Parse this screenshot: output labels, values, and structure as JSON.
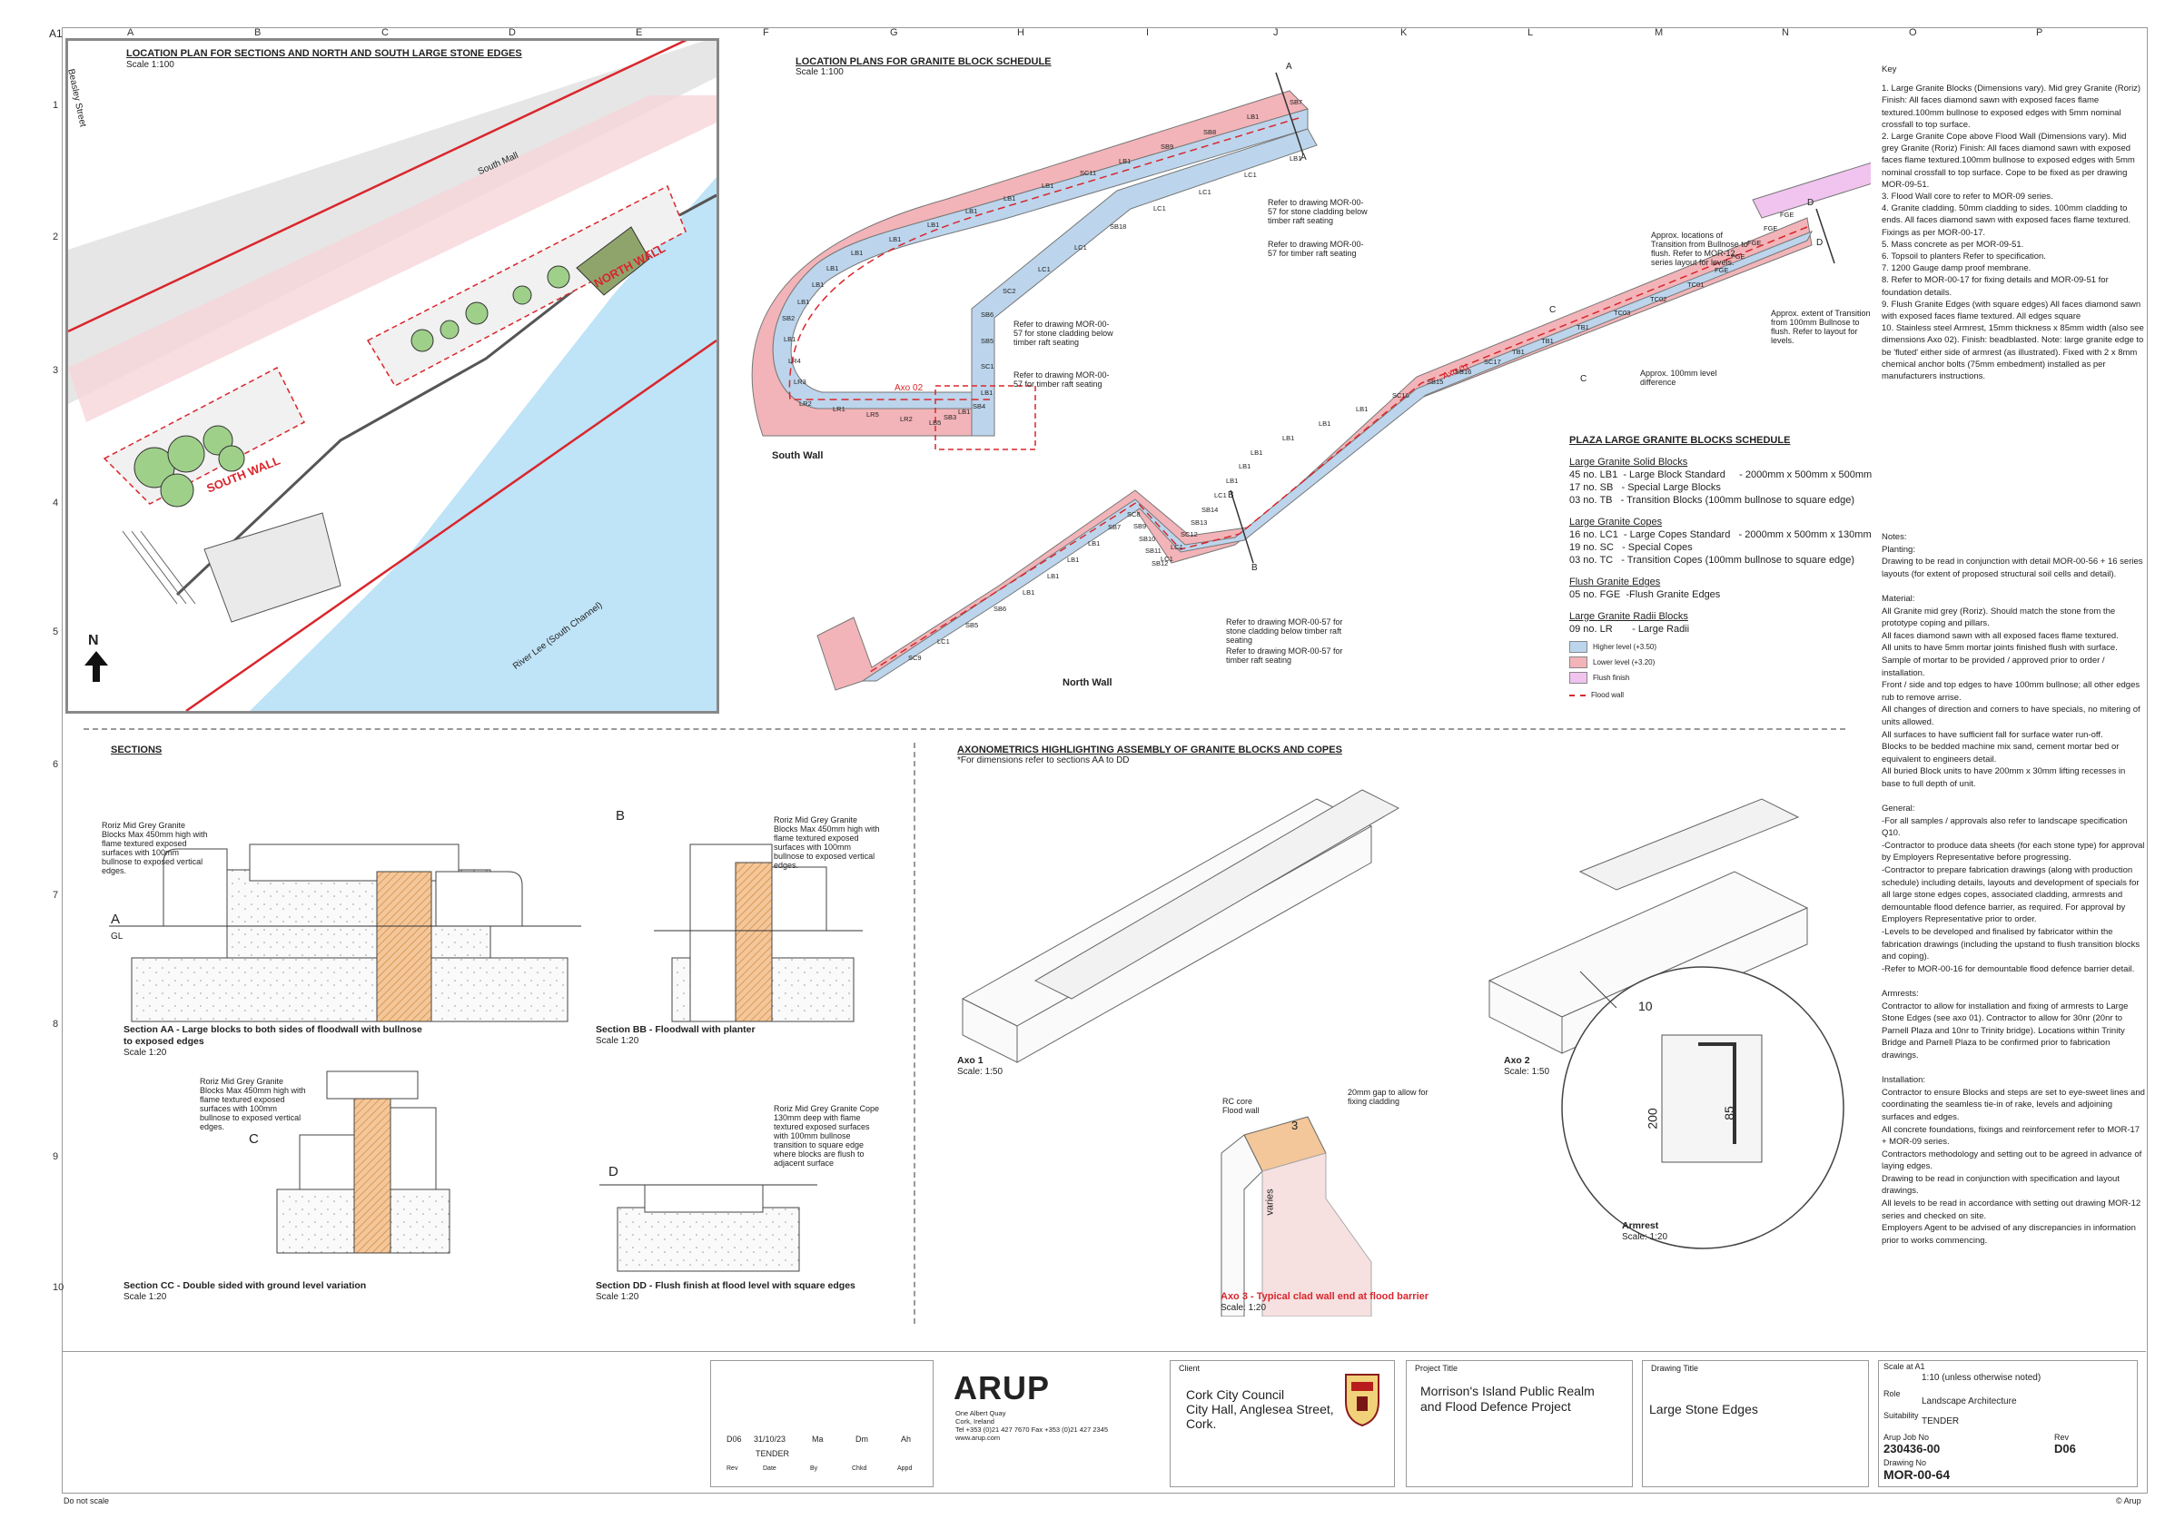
{
  "sheet_label": "A1",
  "col_letters": [
    "A",
    "B",
    "C",
    "D",
    "E",
    "F",
    "G",
    "H",
    "I",
    "J",
    "K",
    "L",
    "M",
    "N",
    "O",
    "P"
  ],
  "row_numbers": [
    "1",
    "2",
    "3",
    "4",
    "5",
    "6",
    "7",
    "8",
    "9",
    "10"
  ],
  "location_plan": {
    "title": "LOCATION PLAN FOR SECTIONS AND NORTH AND SOUTH LARGE STONE EDGES",
    "scale": "Scale 1:100",
    "labels": {
      "street": "Beasley Street",
      "mall": "South Mall",
      "north_wall": "NORTH WALL",
      "south_wall": "SOUTH WALL",
      "river": "River Lee (South Channel)",
      "north_arrow": "N"
    },
    "colors": {
      "water": "#bfe3f7",
      "pink_zone": "#f6d4da",
      "red_line": "#d9262c",
      "trees": "#9fd08a",
      "paving": "#d8d8d8"
    }
  },
  "granite_plan": {
    "title": "LOCATION PLANS FOR GRANITE BLOCK SCHEDULE",
    "scale": "Scale 1:100",
    "south_wall": "South Wall",
    "north_wall": "North Wall",
    "axo02": "Axo 02",
    "axo01": "Axo 01",
    "section_marks": [
      "A",
      "A",
      "B",
      "B",
      "C",
      "C",
      "D",
      "D"
    ],
    "notes": [
      "Refer to drawing MOR-00-57 for stone cladding below timber raft seating",
      "Refer to drawing MOR-00-57 for timber raft seating",
      "Refer to drawing MOR-00-57 for stone cladding below timber raft seating",
      "Refer to drawing MOR-00-57 for timber raft seating",
      "Approx. locations of Transition from Bullnose to flush. Refer to MOR-12 series layout for levels.",
      "Approx. extent of Transition from 100mm Bullnose to flush. Refer to layout for levels.",
      "Approx. 100mm level difference",
      "Refer to drawing MOR-00-57 for stone cladding below timber raft seating",
      "Refer to drawing MOR-00-57 for timber raft seating"
    ],
    "south_blocks": [
      "SB7",
      "LB1",
      "SB8",
      "SB9",
      "LB1",
      "SC11",
      "LB1",
      "LB1",
      "LB1",
      "LB1",
      "LB1",
      "LB1",
      "LB1",
      "LB1",
      "LB1",
      "SB2",
      "LB1",
      "LR4",
      "LR3",
      "LR2",
      "LR1",
      "LR5",
      "LR2",
      "LB5",
      "SB3",
      "LB1",
      "SB4",
      "LB1",
      "SC1",
      "SB5",
      "SB6",
      "SC2",
      "LC1",
      "LC1",
      "SB18",
      "LC1",
      "LC1",
      "LC1",
      "LB1"
    ],
    "north_blocks": [
      "FGE",
      "FGE",
      "FGE",
      "FGE",
      "FGE",
      "TC01",
      "TC02",
      "TC03",
      "TB1",
      "TB1",
      "TB1",
      "SC17",
      "SB16",
      "SB15",
      "SC16",
      "LB1",
      "LB1",
      "LB1",
      "LB1",
      "LB1",
      "LB1",
      "LC1",
      "SB14",
      "SB13",
      "SC12",
      "LC1",
      "LC1",
      "SB12",
      "SB11",
      "SB10",
      "SB9",
      "SC8",
      "SB7",
      "LB1",
      "LB1",
      "LB1",
      "LB1",
      "SB6",
      "SB5",
      "LC1",
      "SC9"
    ],
    "colors": {
      "blue": "#bcd5ec",
      "pink": "#f2b4b8",
      "purple": "#f0c4ee",
      "dash": "#d9262c"
    }
  },
  "schedule": {
    "title": "PLAZA LARGE GRANITE BLOCKS SCHEDULE",
    "groups": [
      {
        "head": "Large Granite Solid Blocks",
        "rows": [
          "45 no. LB1  - Large Block Standard     - 2000mm x 500mm x 500mm",
          "17 no. SB   - Special Large Blocks",
          "03 no. TB   - Transition Blocks (100mm bullnose to square edge)"
        ]
      },
      {
        "head": "Large Granite Copes",
        "rows": [
          "16 no. LC1  - Large Copes Standard   - 2000mm x 500mm x 130mm",
          "19 no. SC   - Special Copes",
          "03 no. TC   - Transition Copes (100mm bullnose to square edge)"
        ]
      },
      {
        "head": "Flush Granite Edges",
        "rows": [
          "05 no. FGE  -Flush Granite Edges"
        ]
      },
      {
        "head": "Large Granite Radii Blocks",
        "rows": [
          "09 no. LR       - Large Radii"
        ]
      }
    ],
    "legend": [
      "Higher level (+3.50)",
      "Lower level (+3.20)",
      "Flush finish",
      "Flood wall"
    ]
  },
  "key": {
    "title": "Key",
    "items": [
      "1. Large Granite Blocks (Dimensions vary). Mid grey Granite (Roriz) Finish: All faces diamond sawn with exposed faces flame textured.100mm bullnose to exposed edges with 5mm nominal crossfall to top surface.",
      "2. Large Granite Cope above Flood Wall (Dimensions vary). Mid grey Granite (Roriz) Finish: All faces diamond sawn with exposed faces flame textured.100mm bullnose to exposed edges with 5mm nominal crossfall to top surface. Cope to be fixed as per drawing MOR-09-51.",
      "3. Flood Wall core to refer to MOR-09 series.",
      "4. Granite cladding. 50mm cladding to sides. 100mm cladding to ends. All faces diamond sawn with exposed faces flame textured. Fixings as per MOR-00-17.",
      "5. Mass concrete as per MOR-09-51.",
      "6. Topsoil to planters Refer to specification.",
      "7. 1200 Gauge damp proof membrane.",
      "8. Refer to MOR-00-17 for fixing details and MOR-09-51 for foundation details.",
      "9. Flush Granite Edges (with square edges) All faces diamond sawn with exposed faces flame textured. All edges square",
      "10. Stainless steel Armrest, 15mm thickness x 85mm width (also see dimensions Axo 02). Finish: beadblasted. Note: large granite edge to be 'fluted' either side of armrest (as illustrated). Fixed with 2 x 8mm chemical anchor bolts (75mm embedment) installed as per manufacturers instructions."
    ]
  },
  "notes": {
    "lines": [
      "Notes:",
      "Planting:",
      "Drawing to be read in conjunction with detail MOR-00-56 + 16 series layouts (for extent of proposed structural soil cells and detail).",
      "",
      "Material:",
      "All Granite mid grey (Roriz). Should match the stone from the prototype coping and pillars.",
      "All faces diamond sawn with all exposed faces flame textured.",
      "All units to have 5mm mortar joints finished flush with surface.",
      "Sample of mortar to be provided / approved prior to order / installation.",
      "Front / side and top edges to have 100mm bullnose; all other edges rub to remove arrise.",
      "All changes of direction and corners to have specials, no mitering of units allowed.",
      "All surfaces to have sufficient fall for surface water run-off.",
      "Blocks to be bedded machine mix sand, cement mortar bed or equivalent to engineers detail.",
      "All buried Block units to have 200mm x 30mm lifting recesses in base to full depth of unit.",
      "",
      "General:",
      "-For all samples / approvals also refer to landscape specification Q10.",
      "-Contractor to produce data sheets (for each stone type) for approval by Employers Representative before progressing.",
      "-Contractor to prepare fabrication drawings (along with production schedule) including details, layouts and development of specials for all large stone edges copes, associated cladding, armrests and demountable flood defence barrier, as required. For approval by Employers Representative prior to order.",
      "-Levels to be developed and finalised by fabricator within the fabrication drawings (including the upstand to flush transition blocks and coping).",
      "-Refer to MOR-00-16 for demountable flood defence barrier detail.",
      "",
      "Armrests:",
      "Contractor to allow for installation and fixing of armrests to Large Stone Edges (see axo 01). Contractor to allow for 30nr (20nr to Parnell Plaza and 10nr to Trinity bridge). Locations within Trinity Bridge and Parnell Plaza to be confirmed prior to fabrication drawings.",
      "",
      "Installation:",
      "Contractor to ensure Blocks and steps are set to eye-sweet lines and coordinating the seamless tie-in of rake, levels and adjoining surfaces and edges.",
      "All concrete foundations, fixings and reinforcement refer to MOR-17 + MOR-09 series.",
      "Contractors methodology and setting out to be agreed in advance of laying edges.",
      "Drawing to be read in conjunction with specification and layout drawings.",
      "All levels to be read in accordance with setting out drawing MOR-12 series and checked on site.",
      "Employers Agent to be advised of any discrepancies in information prior to works commencing."
    ]
  },
  "sections": {
    "title": "SECTIONS",
    "aa": {
      "title": "Section AA - Large blocks to both sides of floodwall with bullnose",
      "title2": "to exposed edges",
      "scale": "Scale 1:20",
      "note": "Roriz Mid Grey Granite Blocks Max 450mm high with flame textured exposed surfaces with 100mm bullnose to exposed vertical edges."
    },
    "bb": {
      "title": "Section BB - Floodwall with planter",
      "scale": "Scale 1:20",
      "note": "Roriz Mid Grey Granite Blocks Max 450mm high with flame textured exposed surfaces with 100mm bullnose to exposed vertical edges."
    },
    "cc": {
      "title": "Section CC - Double sided with ground level variation",
      "scale": "Scale 1:20",
      "note": "Roriz Mid Grey Granite Blocks Max 450mm high with flame textured exposed surfaces with 100mm bullnose to exposed vertical edges."
    },
    "dd": {
      "title": "Section DD - Flush finish at flood level with square edges",
      "scale": "Scale 1:20",
      "note": "Roriz Mid Grey Granite Cope 130mm deep with flame textured exposed surfaces with 100mm bullnose transition to square edge where blocks are flush to adjacent surface"
    },
    "gl": "GL",
    "colors": {
      "core": "#f3c79a",
      "hatch": "#d98a3c"
    }
  },
  "axo": {
    "title": "AXONOMETRICS HIGHLIGHTING ASSEMBLY OF GRANITE BLOCKS AND COPES",
    "subtitle": "*For dimensions refer to sections AA to DD",
    "axo1": "Axo 1",
    "axo1_scale": "Scale: 1:50",
    "axo2": "Axo 2",
    "axo2_scale": "Scale: 1:50",
    "axo3": "Axo 3 - Typical clad wall end at flood barrier",
    "axo3_scale": "Scale: 1:20",
    "armrest": "Armrest",
    "armrest_scale": "Scale: 1:20",
    "rc_core": "RC core",
    "flood_wall": "Flood wall",
    "gap_note": "20mm gap to allow for fixing cladding",
    "varies": "varies",
    "dim_200": "200",
    "dim_85": "85",
    "label_10": "10",
    "label_3": "3"
  },
  "title_block": {
    "revision": {
      "rev": "D06",
      "date": "31/10/23",
      "by": "Ma",
      "chkd": "Dm",
      "appd": "Ah",
      "desc": "TENDER"
    },
    "rev_headers": [
      "Rev",
      "Date",
      "By",
      "Chkd",
      "Appd"
    ],
    "arup": {
      "logo": "ARUP",
      "address": [
        "One Albert Quay",
        "Cork, Ireland",
        "Tel +353 (0)21 427 7670 Fax +353 (0)21 427 2345",
        "www.arup.com"
      ]
    },
    "client_label": "Client",
    "client": [
      "Cork City Council",
      "City Hall, Anglesea Street,",
      "Cork."
    ],
    "project_label": "Project Title",
    "project": [
      "Morrison's Island Public Realm",
      "and Flood Defence Project"
    ],
    "drawing_label": "Drawing Title",
    "drawing": "Large Stone Edges",
    "scale_label": "Scale at A1",
    "scale": "1:10 (unless otherwise noted)",
    "role_label": "Role",
    "role": "Landscape Architecture",
    "suitability_label": "Suitability",
    "suitability": "TENDER",
    "job_label": "Arup Job No",
    "job": "230436-00",
    "rev_label": "Rev",
    "rev": "D06",
    "drawing_no_label": "Drawing No",
    "drawing_no": "MOR-00-64"
  },
  "footer": {
    "left": "Do not scale",
    "right": "© Arup"
  }
}
